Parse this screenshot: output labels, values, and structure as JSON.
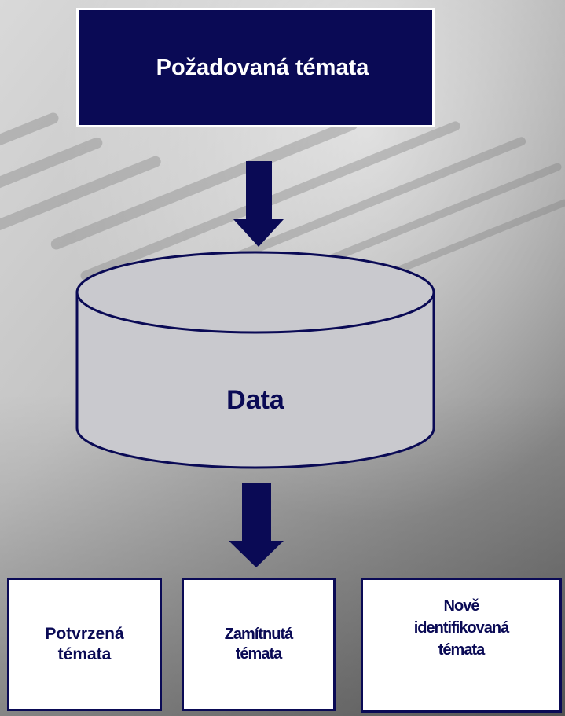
{
  "colors": {
    "navy": "#0a0a55",
    "cylinder_fill": "#c9c9ce",
    "box_fill": "#ffffff",
    "text_light": "#ffffff"
  },
  "diagram": {
    "top_box": {
      "label": "Požadovaná témata"
    },
    "database": {
      "label": "Data"
    },
    "outputs": [
      {
        "line1": "Potvrzená",
        "line2": "témata"
      },
      {
        "line1": "Zamítnutá",
        "line2": "témata"
      },
      {
        "line1": "Nově",
        "line2": "identifikovaná",
        "line3": "témata"
      }
    ]
  }
}
